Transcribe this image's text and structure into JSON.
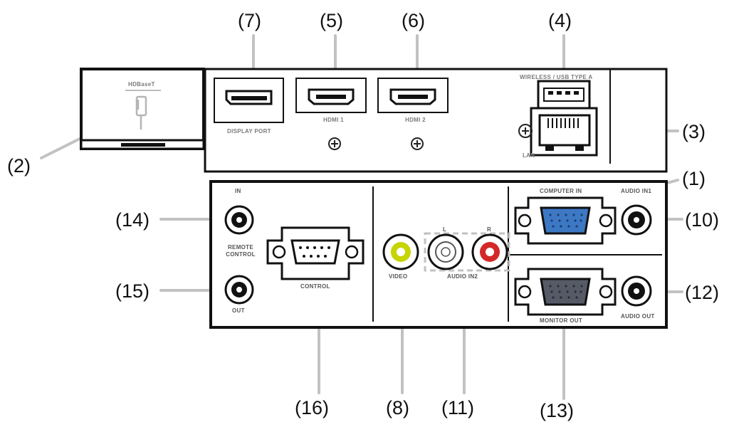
{
  "callouts": {
    "c1": "(1)",
    "c2": "(2)",
    "c3": "(3)",
    "c4": "(4)",
    "c5": "(5)",
    "c6": "(6)",
    "c7": "(7)",
    "c8": "(8)",
    "c10": "(10)",
    "c11": "(11)",
    "c12": "(12)",
    "c13": "(13)",
    "c14": "(14)",
    "c15": "(15)",
    "c16": "(16)"
  },
  "panel_labels": {
    "hdbaset": "HDBaseT",
    "displayport": "DISPLAY PORT",
    "hdmi1": "HDMI 1",
    "hdmi2": "HDMI 2",
    "lan": "LAN",
    "wireless": "WIRELESS / USB TYPE A",
    "computer_in": "COMPUTER IN",
    "audio_in1": "AUDIO IN1",
    "audio_out": "AUDIO OUT",
    "monitor_out": "MONITOR OUT",
    "remote_in": "IN",
    "remote_label": "REMOTE CONTROL",
    "remote_out": "OUT",
    "control": "CONTROL",
    "video": "VIDEO",
    "audio_in2": "AUDIO IN2",
    "left": "L",
    "right": "R"
  },
  "colors": {
    "outline": "#111111",
    "leader": "#c2c2c2",
    "vga_blue": "#3d78c4",
    "vga_dark": "#555a66",
    "video_yellow": "#c6d400",
    "audio_red": "#d42828"
  },
  "icons": [
    "plug-icon",
    "screw-icon",
    "hdmi-port",
    "displayport-port",
    "usb-port",
    "lan-port",
    "vga-port",
    "serial-port",
    "jack-port",
    "rca-port"
  ]
}
